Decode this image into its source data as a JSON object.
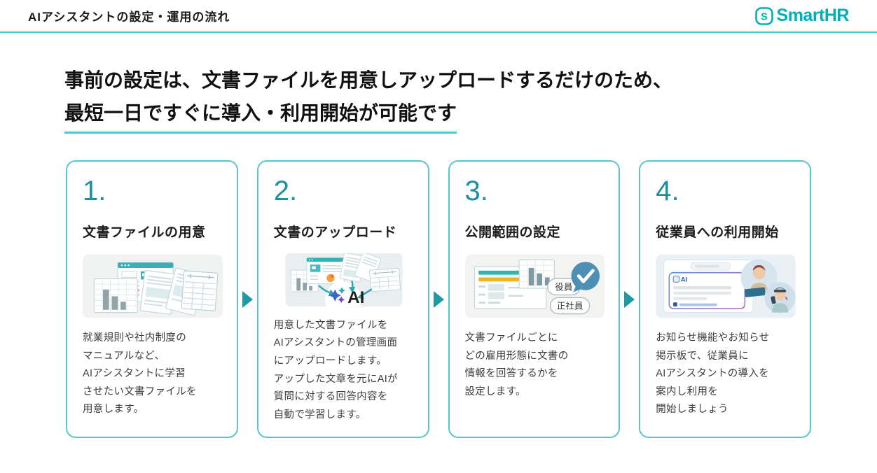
{
  "header": {
    "title": "AIアシスタントの設定・運用の流れ",
    "logo_text": "SmartHR",
    "logo_mark_letter": "S"
  },
  "main_title": {
    "line1": "事前の設定は、文書ファイルを用意しアップロードするだけのため、",
    "line2": "最短一日ですぐに導入・利用開始が可能です"
  },
  "steps": [
    {
      "number": "1.",
      "title": "文書ファイルの用意",
      "illustration": "documents-stack",
      "description": "就業規則や社内制度の\nマニュアルなど、\nAIアシスタントに学習\nさせたい文書ファイルを\n用意します。"
    },
    {
      "number": "2.",
      "title": "文書のアップロード",
      "illustration": "upload-to-ai",
      "ai_label": "AI",
      "description": "用意した文書ファイルを\nAIアシスタントの管理画面\nにアップロードします。\nアップした文章を元にAIが\n質問に対する回答内容を\n自動で学習します。"
    },
    {
      "number": "3.",
      "title": "公開範囲の設定",
      "illustration": "visibility-scope",
      "badges": [
        "役員",
        "正社員"
      ],
      "description": "文書ファイルごとに\nどの雇用形態に文書の\n情報を回答するかを\n設定します。"
    },
    {
      "number": "4.",
      "title": "従業員への利用開始",
      "illustration": "employee-launch",
      "ai_label": "AI",
      "description": "お知らせ機能やお知らせ\n掲示板で、従業員に\nAIアシスタントの導入を\n案内し利用を\n開始しましょう"
    }
  ],
  "colors": {
    "brand_teal": "#00b0b9",
    "card_border": "#56c6cf",
    "number_teal": "#1f8fa0",
    "arrow_teal": "#1d9aa3",
    "underline_teal": "#4fc7cf",
    "check_blue": "#4d8fb5",
    "accent_yellow": "#f0b429"
  }
}
